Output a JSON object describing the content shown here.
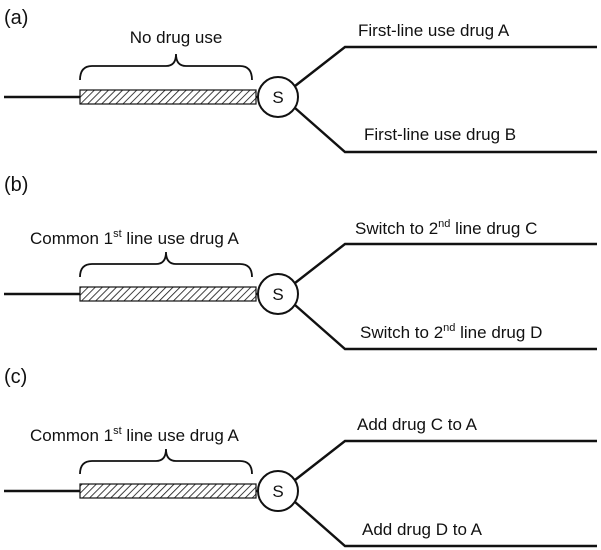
{
  "panels": [
    {
      "id": "a",
      "panel_label": "(a)",
      "period_label": "No drug use",
      "node_label": "S",
      "branch_upper": "First-line use drug A",
      "branch_lower": "First-line use drug B"
    },
    {
      "id": "b",
      "panel_label": "(b)",
      "period_label_pre": "Common 1",
      "period_label_sup": "st",
      "period_label_post": " line use drug A",
      "node_label": "S",
      "branch_upper_pre": "Switch to 2",
      "branch_upper_sup": "nd",
      "branch_upper_post": " line drug C",
      "branch_lower_pre": "Switch to 2",
      "branch_lower_sup": "nd",
      "branch_lower_post": " line drug D"
    },
    {
      "id": "c",
      "panel_label": "(c)",
      "period_label_pre": "Common 1",
      "period_label_sup": "st",
      "period_label_post": " line use drug A",
      "node_label": "S",
      "branch_upper": "Add drug C to A",
      "branch_lower": "Add drug D to A"
    }
  ],
  "colors": {
    "ink": "#111111",
    "background": "#ffffff"
  }
}
